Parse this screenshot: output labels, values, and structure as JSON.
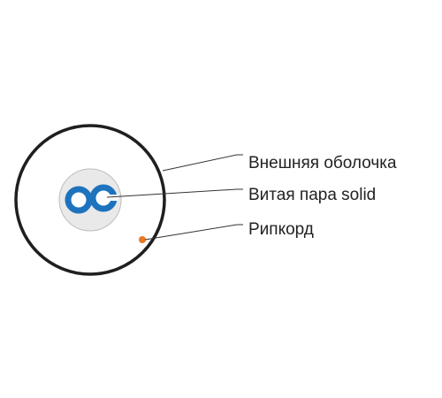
{
  "diagram": {
    "labels": {
      "outer_jacket": "Внешняя оболочка",
      "twisted_pair": "Витая пара solid",
      "ripcord": "Рипкорд"
    }
  },
  "colors": {
    "jacket_stroke": "#1f1f1f",
    "core_fill": "#e9e9e9",
    "core_stroke": "#bdbdbd",
    "conductor_blue": "#1e73be",
    "ripcord": "#e87722",
    "leader": "#333333"
  }
}
